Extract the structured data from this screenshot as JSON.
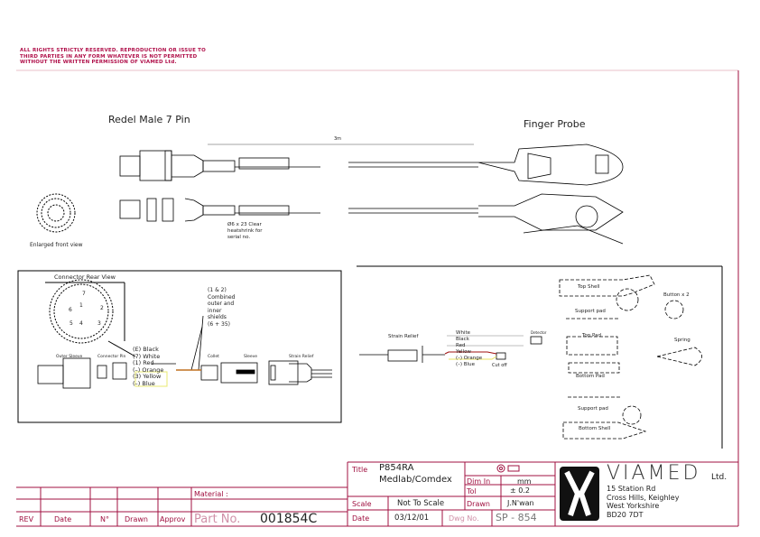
{
  "notice": [
    "ALL RIGHTS STRICTLY RESERVED. REPRODUCTION OR ISSUE TO",
    "THIRD PARTIES IN ANY FORM WHATEVER IS NOT PERMITTED",
    "WITHOUT THE WRITTEN PERMISSION OF VIAMED Ltd."
  ],
  "top_view": {
    "connector_label": "Redel Male 7 Pin",
    "probe_label": "Finger Probe",
    "length_label": "3m",
    "front_view_label": "Enlarged front view",
    "heatshrink_note": [
      "Ø6 x 23 Clear",
      "heatshrink for",
      "serial no."
    ]
  },
  "wiring_view": {
    "rear_view_label": "Connector Rear View",
    "pins": [
      "1",
      "2",
      "3",
      "4",
      "5",
      "6",
      "7"
    ],
    "shield_note": [
      "(1 & 2)",
      "Combined",
      "outer and",
      "inner",
      "shields",
      "(6 + 35)"
    ],
    "parts": [
      "Outer Sleeve",
      "Connector Pin",
      "Collet",
      "Sleeve",
      "Strain Relief"
    ],
    "wires": [
      {
        "pin": "(E)",
        "color": "Black"
      },
      {
        "pin": "(7)",
        "color": "White"
      },
      {
        "pin": "(1)",
        "color": "Red"
      },
      {
        "pin": "(–)",
        "color": "Orange"
      },
      {
        "pin": "(3)",
        "color": "Yellow"
      },
      {
        "pin": "(–)",
        "color": "Blue"
      }
    ]
  },
  "probe_view": {
    "strain_relief": "Strain Relief",
    "wires": [
      "White",
      "Black",
      "Red",
      "Yellow"
    ],
    "cut_wires": [
      "(–) Orange",
      "(–) Blue"
    ],
    "cut_note": "Cut off",
    "detector": "Detector",
    "parts": [
      "Top Shell",
      "Support pad",
      "Top Pad",
      "Bottom Pad",
      "Support pad",
      "Bottom Shell",
      "Button x 2",
      "Spring"
    ]
  },
  "title_block": {
    "title_label": "Title",
    "title": "P854RA",
    "subtitle": "Medlab/Comdex",
    "dim_label": "Dim In",
    "dim_value": "mm",
    "tol_label": "Tol",
    "tol_value": "± 0.2",
    "scale_label": "Scale",
    "scale_value": "Not To Scale",
    "drawn_label": "Drawn",
    "drawn_value": "J.N'wan",
    "date_label": "Date",
    "date_value": "03/12/01",
    "dwg_label": "Dwg No.",
    "dwg_value": "SP - 854",
    "material_label": "Material :",
    "part_label": "Part No.",
    "part_value": "001854C",
    "rev_headers": [
      "REV",
      "Date",
      "N°",
      "Drawn",
      "Approv"
    ]
  },
  "company": {
    "name": "VIAMED",
    "suffix": "Ltd.",
    "address": [
      "15 Station Rd",
      "Cross Hills, Keighley",
      "West Yorkshire",
      "BD20 7DT"
    ]
  },
  "colors": {
    "frame": "#a01040",
    "text": "#222222"
  }
}
